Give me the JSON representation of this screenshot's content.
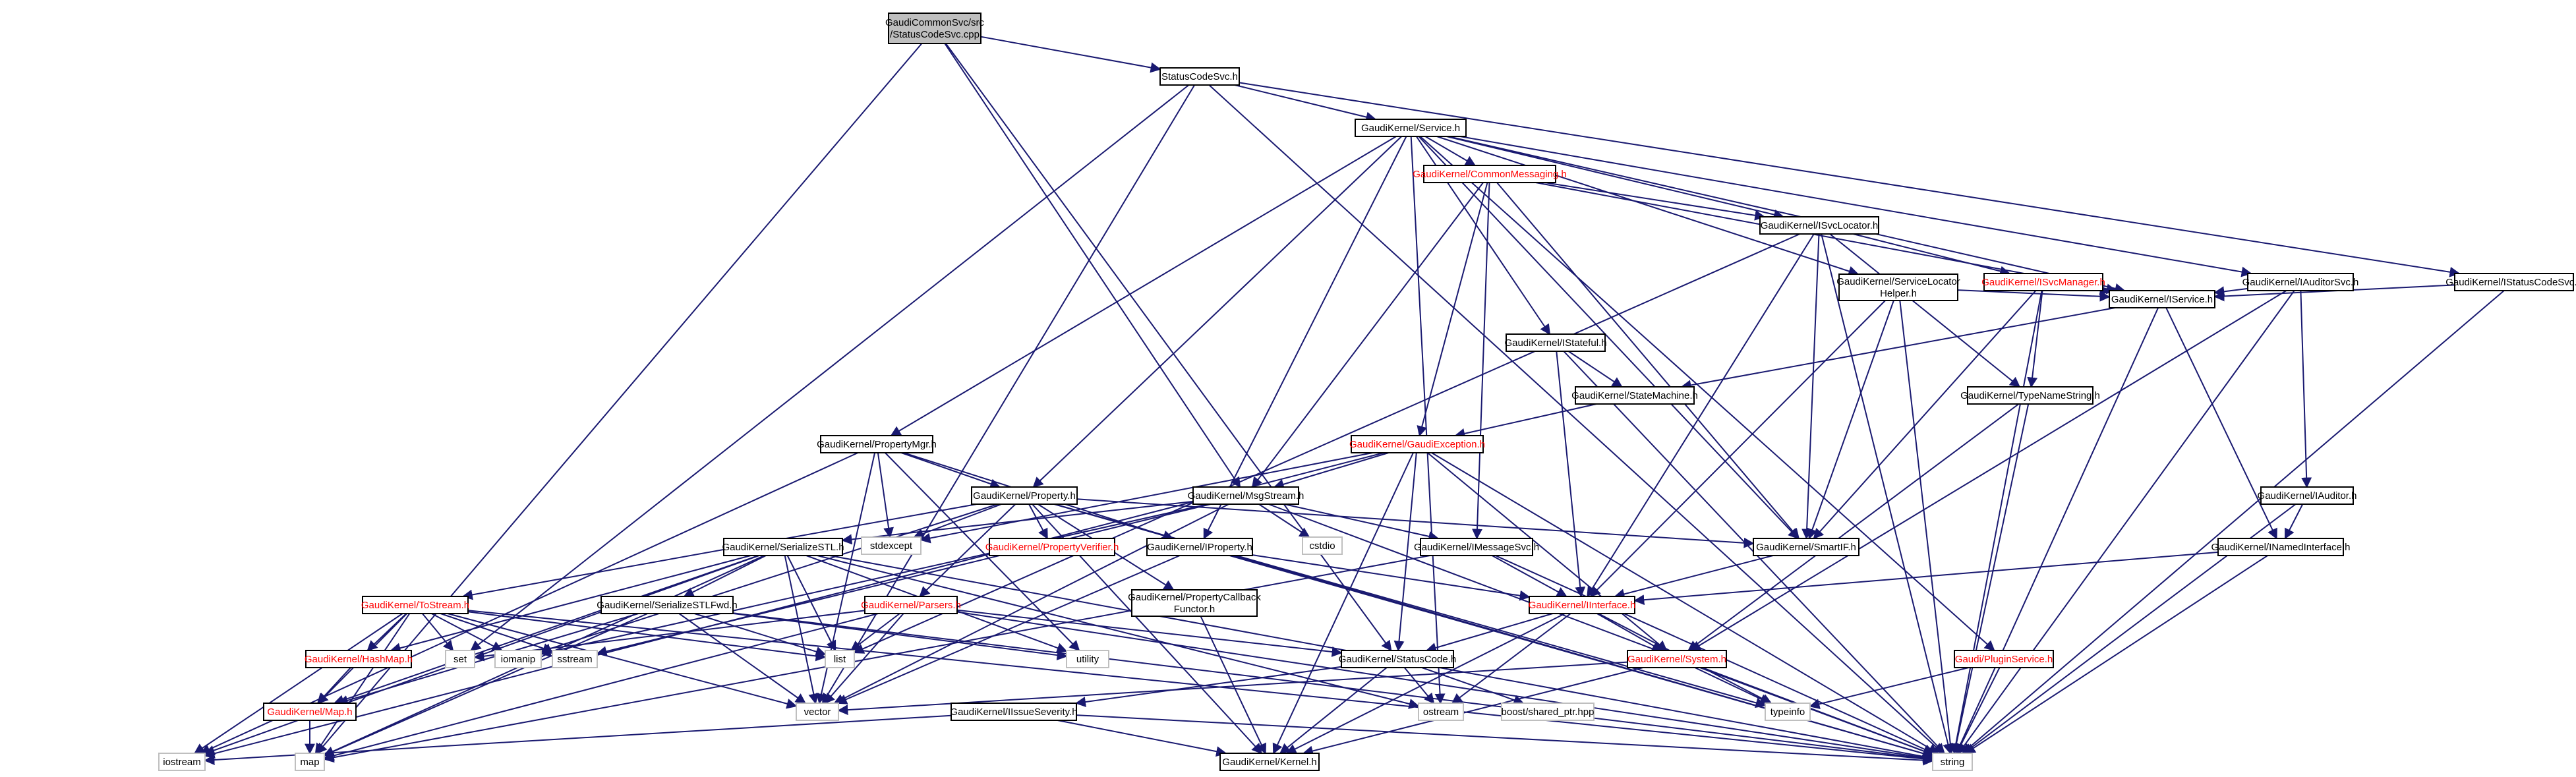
{
  "colors": {
    "edge": "#191970",
    "edge_dark": "#000033",
    "node_border": "#000000",
    "node_system_border": "#bfbfbf",
    "root_fill": "#bfbfbf",
    "truncated_text": "#ff0000"
  },
  "nodes": [
    {
      "id": "root",
      "lines": [
        "GaudiCommonSvc/src",
        "/StatusCodeSvc.cpp"
      ],
      "kind": "root"
    },
    {
      "id": "statuscodesvc_h",
      "lines": [
        "StatusCodeSvc.h"
      ],
      "kind": "normal"
    },
    {
      "id": "service_h",
      "lines": [
        "GaudiKernel/Service.h"
      ],
      "kind": "normal"
    },
    {
      "id": "commonmsg_h",
      "lines": [
        "GaudiKernel/CommonMessaging.h"
      ],
      "kind": "trunc"
    },
    {
      "id": "isvclocator_h",
      "lines": [
        "GaudiKernel/ISvcLocator.h"
      ],
      "kind": "normal"
    },
    {
      "id": "iauditorsvc_h",
      "lines": [
        "GaudiKernel/IAuditorSvc.h"
      ],
      "kind": "normal"
    },
    {
      "id": "istatuscodesvc_h",
      "lines": [
        "GaudiKernel/IStatusCodeSvc.h"
      ],
      "kind": "normal"
    },
    {
      "id": "isvcmanager_h",
      "lines": [
        "GaudiKernel/ISvcManager.h"
      ],
      "kind": "trunc"
    },
    {
      "id": "svclocatorhelper_h",
      "lines": [
        "GaudiKernel/ServiceLocator",
        "Helper.h"
      ],
      "kind": "normal"
    },
    {
      "id": "iservice_h",
      "lines": [
        "GaudiKernel/IService.h"
      ],
      "kind": "normal"
    },
    {
      "id": "istateful_h",
      "lines": [
        "GaudiKernel/IStateful.h"
      ],
      "kind": "normal"
    },
    {
      "id": "statemachine_h",
      "lines": [
        "GaudiKernel/StateMachine.h"
      ],
      "kind": "normal"
    },
    {
      "id": "typenamestring_h",
      "lines": [
        "GaudiKernel/TypeNameString.h"
      ],
      "kind": "normal"
    },
    {
      "id": "gaudiexception_h",
      "lines": [
        "GaudiKernel/GaudiException.h"
      ],
      "kind": "trunc"
    },
    {
      "id": "propertymgr_h",
      "lines": [
        "GaudiKernel/PropertyMgr.h"
      ],
      "kind": "normal"
    },
    {
      "id": "property_h",
      "lines": [
        "GaudiKernel/Property.h"
      ],
      "kind": "normal"
    },
    {
      "id": "msgstream_h",
      "lines": [
        "GaudiKernel/MsgStream.h"
      ],
      "kind": "normal"
    },
    {
      "id": "iauditor_h",
      "lines": [
        "GaudiKernel/IAuditor.h"
      ],
      "kind": "normal"
    },
    {
      "id": "inamedinterface_h",
      "lines": [
        "GaudiKernel/INamedInterface.h"
      ],
      "kind": "normal"
    },
    {
      "id": "smartif_h",
      "lines": [
        "GaudiKernel/SmartIF.h"
      ],
      "kind": "normal"
    },
    {
      "id": "stdexcept",
      "lines": [
        "stdexcept"
      ],
      "kind": "sys"
    },
    {
      "id": "propertyverifier_h",
      "lines": [
        "GaudiKernel/PropertyVerifier.h"
      ],
      "kind": "trunc"
    },
    {
      "id": "serializestl_h",
      "lines": [
        "GaudiKernel/SerializeSTL.h"
      ],
      "kind": "normal"
    },
    {
      "id": "iproperty_h",
      "lines": [
        "GaudiKernel/IProperty.h"
      ],
      "kind": "normal"
    },
    {
      "id": "cstdio",
      "lines": [
        "cstdio"
      ],
      "kind": "sys"
    },
    {
      "id": "imessagesvc_h",
      "lines": [
        "GaudiKernel/IMessageSvc.h"
      ],
      "kind": "normal"
    },
    {
      "id": "propertycallback_h",
      "lines": [
        "GaudiKernel/PropertyCallback",
        "Functor.h"
      ],
      "kind": "normal"
    },
    {
      "id": "iinterface_h",
      "lines": [
        "GaudiKernel/IInterface.h"
      ],
      "kind": "trunc"
    },
    {
      "id": "tostream_h",
      "lines": [
        "GaudiKernel/ToStream.h"
      ],
      "kind": "trunc"
    },
    {
      "id": "serializestlfwd_h",
      "lines": [
        "GaudiKernel/SerializeSTLFwd.h"
      ],
      "kind": "normal"
    },
    {
      "id": "parsers_h",
      "lines": [
        "GaudiKernel/Parsers.h"
      ],
      "kind": "trunc"
    },
    {
      "id": "hashmap_h",
      "lines": [
        "GaudiKernel/HashMap.h"
      ],
      "kind": "trunc"
    },
    {
      "id": "set",
      "lines": [
        "set"
      ],
      "kind": "sys"
    },
    {
      "id": "iomanip",
      "lines": [
        "iomanip"
      ],
      "kind": "sys"
    },
    {
      "id": "sstream",
      "lines": [
        "sstream"
      ],
      "kind": "sys"
    },
    {
      "id": "list",
      "lines": [
        "list"
      ],
      "kind": "sys"
    },
    {
      "id": "utility",
      "lines": [
        "utility"
      ],
      "kind": "sys"
    },
    {
      "id": "statuscode_h",
      "lines": [
        "GaudiKernel/StatusCode.h"
      ],
      "kind": "normal"
    },
    {
      "id": "system_h",
      "lines": [
        "GaudiKernel/System.h"
      ],
      "kind": "trunc"
    },
    {
      "id": "pluginservice_h",
      "lines": [
        "Gaudi/PluginService.h"
      ],
      "kind": "trunc"
    },
    {
      "id": "map_h",
      "lines": [
        "GaudiKernel/Map.h"
      ],
      "kind": "trunc"
    },
    {
      "id": "vector",
      "lines": [
        "vector"
      ],
      "kind": "sys"
    },
    {
      "id": "ostream",
      "lines": [
        "ostream"
      ],
      "kind": "sys"
    },
    {
      "id": "boost_sharedptr",
      "lines": [
        "boost/shared_ptr.hpp"
      ],
      "kind": "sys"
    },
    {
      "id": "typeinfo",
      "lines": [
        "typeinfo"
      ],
      "kind": "sys"
    },
    {
      "id": "iissueseverity_h",
      "lines": [
        "GaudiKernel/IIssueSeverity.h"
      ],
      "kind": "normal"
    },
    {
      "id": "iostream",
      "lines": [
        "iostream"
      ],
      "kind": "sys"
    },
    {
      "id": "map",
      "lines": [
        "map"
      ],
      "kind": "sys"
    },
    {
      "id": "kernel_h",
      "lines": [
        "GaudiKernel/Kernel.h"
      ],
      "kind": "normal"
    },
    {
      "id": "string",
      "lines": [
        "string"
      ],
      "kind": "sys"
    }
  ],
  "edges": [
    [
      "root",
      "statuscodesvc_h"
    ],
    [
      "root",
      "msgstream_h"
    ],
    [
      "root",
      "statuscode_h"
    ],
    [
      "root",
      "map"
    ],
    [
      "statuscodesvc_h",
      "service_h"
    ],
    [
      "statuscodesvc_h",
      "istatuscodesvc_h"
    ],
    [
      "statuscodesvc_h",
      "string"
    ],
    [
      "statuscodesvc_h",
      "set"
    ],
    [
      "statuscodesvc_h",
      "vector"
    ],
    [
      "service_h",
      "commonmsg_h"
    ],
    [
      "service_h",
      "isvclocator_h"
    ],
    [
      "service_h",
      "iservice_h"
    ],
    [
      "service_h",
      "iauditorsvc_h"
    ],
    [
      "service_h",
      "istateful_h"
    ],
    [
      "service_h",
      "svclocatorhelper_h"
    ],
    [
      "service_h",
      "propertymgr_h"
    ],
    [
      "service_h",
      "property_h"
    ],
    [
      "service_h",
      "iproperty_h"
    ],
    [
      "service_h",
      "smartif_h"
    ],
    [
      "service_h",
      "pluginservice_h"
    ],
    [
      "service_h",
      "ostream"
    ],
    [
      "commonmsg_h",
      "gaudiexception_h"
    ],
    [
      "commonmsg_h",
      "msgstream_h"
    ],
    [
      "commonmsg_h",
      "imessagesvc_h"
    ],
    [
      "commonmsg_h",
      "isvclocator_h"
    ],
    [
      "commonmsg_h",
      "iservice_h"
    ],
    [
      "commonmsg_h",
      "smartif_h"
    ],
    [
      "isvclocator_h",
      "isvcmanager_h"
    ],
    [
      "isvclocator_h",
      "typenamestring_h"
    ],
    [
      "isvclocator_h",
      "smartif_h"
    ],
    [
      "isvclocator_h",
      "iinterface_h"
    ],
    [
      "isvclocator_h",
      "list"
    ],
    [
      "isvclocator_h",
      "string"
    ],
    [
      "isvcmanager_h",
      "iservice_h"
    ],
    [
      "isvcmanager_h",
      "typenamestring_h"
    ],
    [
      "isvcmanager_h",
      "smartif_h"
    ],
    [
      "isvcmanager_h",
      "string"
    ],
    [
      "svclocatorhelper_h",
      "iservice_h"
    ],
    [
      "svclocatorhelper_h",
      "smartif_h"
    ],
    [
      "svclocatorhelper_h",
      "iinterface_h"
    ],
    [
      "svclocatorhelper_h",
      "string"
    ],
    [
      "iservice_h",
      "statemachine_h"
    ],
    [
      "iservice_h",
      "inamedinterface_h"
    ],
    [
      "iservice_h",
      "string"
    ],
    [
      "iauditorsvc_h",
      "iservice_h"
    ],
    [
      "iauditorsvc_h",
      "iauditor_h"
    ],
    [
      "iauditorsvc_h",
      "system_h"
    ],
    [
      "iauditorsvc_h",
      "string"
    ],
    [
      "istatuscodesvc_h",
      "iservice_h"
    ],
    [
      "istatuscodesvc_h",
      "string"
    ],
    [
      "iauditor_h",
      "inamedinterface_h"
    ],
    [
      "iauditor_h",
      "string"
    ],
    [
      "inamedinterface_h",
      "iinterface_h"
    ],
    [
      "inamedinterface_h",
      "string"
    ],
    [
      "istateful_h",
      "statemachine_h"
    ],
    [
      "istateful_h",
      "iinterface_h"
    ],
    [
      "istateful_h",
      "string"
    ],
    [
      "statemachine_h",
      "gaudiexception_h"
    ],
    [
      "typenamestring_h",
      "system_h"
    ],
    [
      "typenamestring_h",
      "string"
    ],
    [
      "gaudiexception_h",
      "msgstream_h"
    ],
    [
      "gaudiexception_h",
      "statuscode_h"
    ],
    [
      "gaudiexception_h",
      "system_h"
    ],
    [
      "gaudiexception_h",
      "kernel_h"
    ],
    [
      "gaudiexception_h",
      "string"
    ],
    [
      "gaudiexception_h",
      "stdexcept"
    ],
    [
      "gaudiexception_h",
      "iostream"
    ],
    [
      "propertymgr_h",
      "property_h"
    ],
    [
      "propertymgr_h",
      "iproperty_h"
    ],
    [
      "propertymgr_h",
      "stdexcept"
    ],
    [
      "propertymgr_h",
      "iostream"
    ],
    [
      "propertymgr_h",
      "vector"
    ],
    [
      "propertymgr_h",
      "utility"
    ],
    [
      "property_h",
      "propertyverifier_h"
    ],
    [
      "property_h",
      "propertycallback_h"
    ],
    [
      "property_h",
      "parsers_h"
    ],
    [
      "property_h",
      "tostream_h"
    ],
    [
      "property_h",
      "smartif_h"
    ],
    [
      "property_h",
      "stdexcept"
    ],
    [
      "property_h",
      "string"
    ],
    [
      "property_h",
      "kernel_h"
    ],
    [
      "property_h",
      "typeinfo"
    ],
    [
      "property_h",
      "iomanip"
    ],
    [
      "msgstream_h",
      "imessagesvc_h"
    ],
    [
      "msgstream_h",
      "serializestl_h"
    ],
    [
      "msgstream_h",
      "cstdio"
    ],
    [
      "msgstream_h",
      "string"
    ],
    [
      "msgstream_h",
      "iomanip"
    ],
    [
      "msgstream_h",
      "vector"
    ],
    [
      "msgstream_h",
      "sstream"
    ],
    [
      "iproperty_h",
      "iinterface_h"
    ],
    [
      "iproperty_h",
      "vector"
    ],
    [
      "iproperty_h",
      "string"
    ],
    [
      "imessagesvc_h",
      "iinterface_h"
    ],
    [
      "imessagesvc_h",
      "string"
    ],
    [
      "imessagesvc_h",
      "map"
    ],
    [
      "smartif_h",
      "iinterface_h"
    ],
    [
      "iinterface_h",
      "statuscode_h"
    ],
    [
      "iinterface_h",
      "system_h"
    ],
    [
      "iinterface_h",
      "kernel_h"
    ],
    [
      "iinterface_h",
      "ostream"
    ],
    [
      "iinterface_h",
      "typeinfo"
    ],
    [
      "serializestl_h",
      "serializestlfwd_h"
    ],
    [
      "serializestl_h",
      "hashmap_h"
    ],
    [
      "serializestl_h",
      "map_h"
    ],
    [
      "serializestl_h",
      "ostream"
    ],
    [
      "serializestl_h",
      "vector"
    ],
    [
      "serializestl_h",
      "list"
    ],
    [
      "serializestl_h",
      "map"
    ],
    [
      "serializestl_h",
      "utility"
    ],
    [
      "serializestl_h",
      "string"
    ],
    [
      "serializestl_h",
      "iostream"
    ],
    [
      "serializestlfwd_h",
      "vector"
    ],
    [
      "serializestlfwd_h",
      "list"
    ],
    [
      "serializestlfwd_h",
      "map"
    ],
    [
      "serializestlfwd_h",
      "utility"
    ],
    [
      "serializestlfwd_h",
      "string"
    ],
    [
      "serializestlfwd_h",
      "map_h"
    ],
    [
      "tostream_h",
      "hashmap_h"
    ],
    [
      "tostream_h",
      "map_h"
    ],
    [
      "tostream_h",
      "set"
    ],
    [
      "tostream_h",
      "iomanip"
    ],
    [
      "tostream_h",
      "sstream"
    ],
    [
      "tostream_h",
      "list"
    ],
    [
      "tostream_h",
      "vector"
    ],
    [
      "tostream_h",
      "map"
    ],
    [
      "tostream_h",
      "string"
    ],
    [
      "tostream_h",
      "iostream"
    ],
    [
      "parsers_h",
      "statuscode_h"
    ],
    [
      "parsers_h",
      "vector"
    ],
    [
      "parsers_h",
      "list"
    ],
    [
      "parsers_h",
      "set"
    ],
    [
      "parsers_h",
      "map"
    ],
    [
      "parsers_h",
      "string"
    ],
    [
      "hashmap_h",
      "map_h"
    ],
    [
      "map_h",
      "map"
    ],
    [
      "propertycallback_h",
      "kernel_h"
    ],
    [
      "statuscode_h",
      "iissueseverity_h"
    ],
    [
      "statuscode_h",
      "ostream"
    ],
    [
      "statuscode_h",
      "boost_sharedptr"
    ],
    [
      "statuscode_h",
      "kernel_h"
    ],
    [
      "iissueseverity_h",
      "kernel_h"
    ],
    [
      "iissueseverity_h",
      "string"
    ],
    [
      "iissueseverity_h",
      "iostream"
    ],
    [
      "system_h",
      "kernel_h"
    ],
    [
      "system_h",
      "typeinfo"
    ],
    [
      "system_h",
      "string"
    ],
    [
      "system_h",
      "vector"
    ],
    [
      "pluginservice_h",
      "typeinfo"
    ],
    [
      "pluginservice_h",
      "string"
    ]
  ]
}
